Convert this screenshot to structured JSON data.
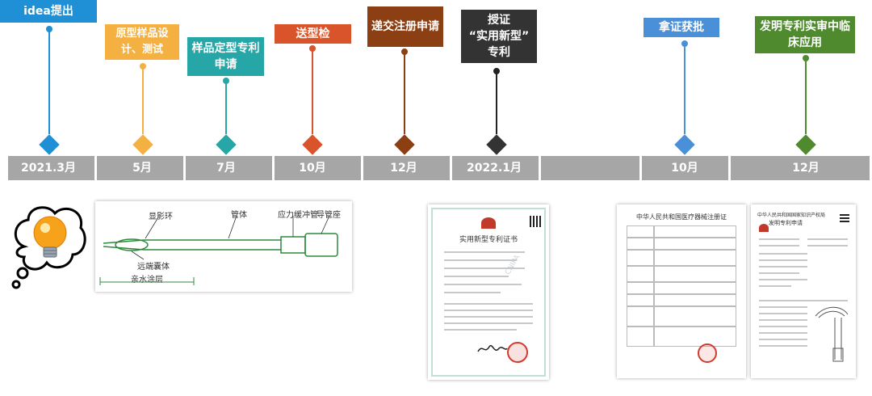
{
  "stages": [
    {
      "label": "idea提出",
      "color": "#1f8fd6"
    },
    {
      "label": "原型样品设计、测试",
      "color": "#f5b042"
    },
    {
      "label": "样品定型专利申请",
      "color": "#26a6a6"
    },
    {
      "label": "送型检",
      "color": "#d9542a"
    },
    {
      "label": "递交注册申请",
      "color": "#8b3f12"
    },
    {
      "label": "授证\n“实用新型”\n专利",
      "color": "#333333"
    },
    {
      "label": "拿证获批",
      "color": "#4a90d9"
    },
    {
      "label": "发明专利实审中临床应用",
      "color": "#4f8a2f"
    }
  ],
  "timeline": {
    "labels": [
      "2021.3月",
      "5月",
      "7月",
      "10月",
      "12月",
      "2022.1月",
      "10月",
      "12月"
    ],
    "bar_color": "#a6a6a6"
  },
  "catheter": {
    "label_1": "显影环",
    "label_2": "管体",
    "label_3": "应力缓冲管",
    "label_4": "导管座",
    "label_5": "远端囊体",
    "label_6": "亲水涂层"
  },
  "certificate": {
    "title": "实用新型专利证书",
    "watermark": "CNIPA"
  },
  "registration": {
    "title": "中华人民共和国医疗器械注册证"
  },
  "invention_patent": {
    "header": "中华人民共和国国家知识产权局",
    "title": "发明专利申请"
  }
}
